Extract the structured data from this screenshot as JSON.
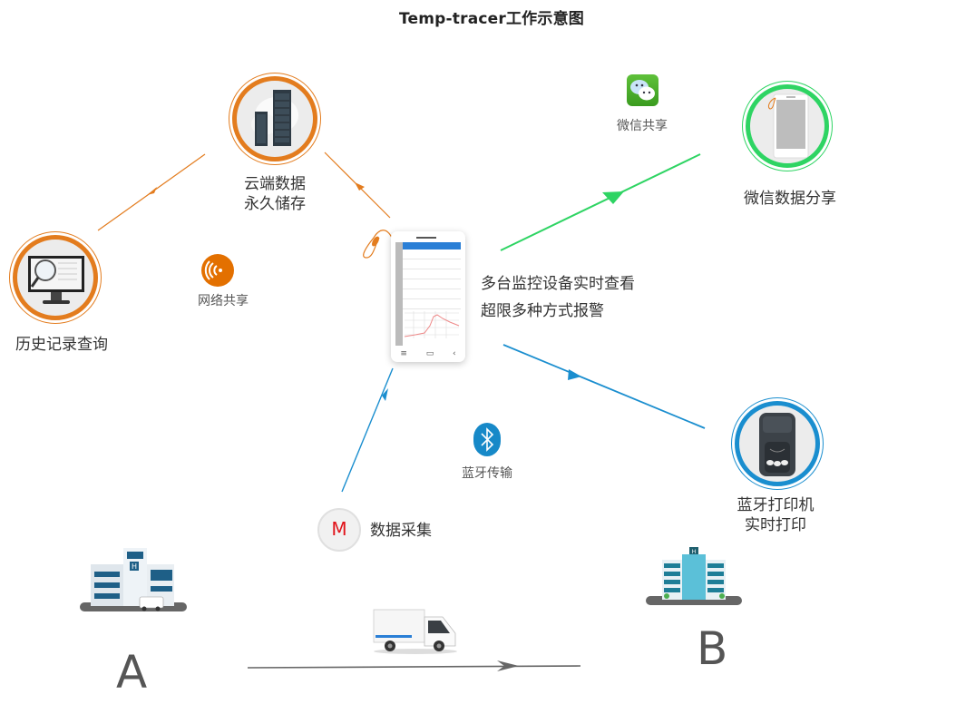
{
  "title": "Temp-tracer工作示意图",
  "nodes": {
    "cloud": {
      "line1": "云端数据",
      "line2": "永久储存",
      "icon": "server-cloud-icon"
    },
    "history": {
      "label": "历史记录查询",
      "icon": "monitor-magnifier-icon"
    },
    "wechat_share": {
      "label": "微信数据分享",
      "icon": "smartphone-icon"
    },
    "printer": {
      "line1": "蓝牙打印机",
      "line2": "实时打印",
      "icon": "bluetooth-printer-icon"
    },
    "center_phone": {
      "line1": "多台监控设备实时查看",
      "line2": "超限多种方式报警",
      "icon": "phone-app-icon"
    },
    "collector": {
      "badge": "M",
      "label": "数据采集"
    }
  },
  "channels": {
    "wechat": {
      "label": "微信共享",
      "icon": "wechat-icon",
      "color": "#2ed463"
    },
    "network": {
      "label": "网络共享",
      "icon": "wifi-signal-icon",
      "color": "#e37000"
    },
    "bluetooth": {
      "label": "蓝牙传输",
      "icon": "bluetooth-icon",
      "color": "#1789c8"
    }
  },
  "transport": {
    "origin": "A",
    "destination": "B",
    "vehicle_icon": "delivery-truck-icon",
    "building_icon": "hospital-building-icon"
  },
  "colors": {
    "orange": "#e37c1e",
    "green": "#2ed463",
    "blue": "#1a8ecf",
    "gray": "#666666"
  }
}
